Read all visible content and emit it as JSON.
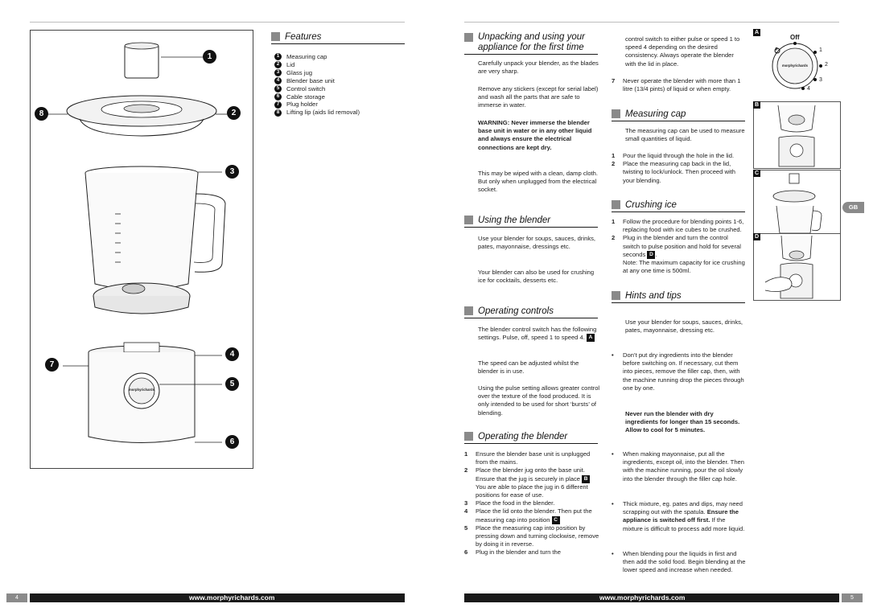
{
  "page_left": {
    "number": "4",
    "footer": "www.morphyrichards.com"
  },
  "page_right": {
    "number": "5",
    "footer": "www.morphyrichards.com",
    "lang_tab": "GB"
  },
  "callouts": [
    "1",
    "2",
    "3",
    "4",
    "5",
    "6",
    "7",
    "8"
  ],
  "brand_on_unit": "morphyrichards",
  "features": {
    "title": "Features",
    "items": [
      {
        "n": "1",
        "label": "Measuring cap"
      },
      {
        "n": "2",
        "label": "Lid"
      },
      {
        "n": "3",
        "label": "Glass jug"
      },
      {
        "n": "4",
        "label": "Blender base unit"
      },
      {
        "n": "5",
        "label": "Control switch"
      },
      {
        "n": "6",
        "label": "Cable storage"
      },
      {
        "n": "7",
        "label": "Plug holder"
      },
      {
        "n": "8",
        "label": "Lifting lip (aids lid removal)"
      }
    ]
  },
  "unpacking": {
    "title_line1": "Unpacking and using your",
    "title_line2": "appliance for the first time",
    "p1": "Carefully unpack your blender, as the blades are very sharp.",
    "p2": "Remove any stickers (except for serial label) and wash all the parts that are safe to immerse in water.",
    "warning": "WARNING: Never immerse the blender base unit in water or in any other liquid and always ensure the electrical connections are kept dry.",
    "p3": "This may be wiped with a clean, damp cloth. But only when unplugged from the electrical socket."
  },
  "using": {
    "title": "Using the blender",
    "p1": "Use your blender for soups, sauces, drinks, pates, mayonnaise, dressings etc.",
    "p2": "Your blender can also be used for crushing ice for cocktails, desserts etc."
  },
  "controls": {
    "title": "Operating controls",
    "p1": "The blender control switch has the following settings. Pulse, off, speed 1 to speed 4.",
    "p1_ref": "A",
    "p2": "The speed can be adjusted whilst the blender is in use.",
    "p3": "Using the pulse setting allows greater control over the texture of the food produced. It is only intended to be used for short ‘bursts’ of blending."
  },
  "operating": {
    "title": "Operating the blender",
    "steps": [
      {
        "n": "1",
        "text": "Ensure the blender base unit is unplugged from the mains."
      },
      {
        "n": "2",
        "text": "Place the blender jug onto the base unit. Ensure that the jug is securely in place",
        "ref": "B",
        "extra": "You are able to place the jug in 6 different positions for ease of use."
      },
      {
        "n": "3",
        "text": "Place the food in the blender."
      },
      {
        "n": "4",
        "text": "Place the lid onto the blender. Then put the measuring cap into position",
        "ref": "C"
      },
      {
        "n": "5",
        "text": "Place the measuring cap into position by pressing down and turning clockwise, remove by doing it in reverse."
      },
      {
        "n": "6",
        "text": "Plug in the blender and turn the"
      }
    ]
  },
  "col3_top": {
    "cont": "control switch to either pulse or speed 1 to speed 4 depending on the desired consistency. Always operate the blender with the lid in place.",
    "step7_n": "7",
    "step7": "Never operate the blender with more than 1 litre (13/4 pints) of liquid or when empty."
  },
  "measuring": {
    "title": "Measuring cap",
    "p1": "The measuring cap can be used to measure small quantities of liquid.",
    "steps": [
      {
        "n": "1",
        "text": "Pour the liquid through the hole in the lid."
      },
      {
        "n": "2",
        "text": "Place the measuring cap back in the lid, twisting to lock/unlock. Then proceed with your blending."
      }
    ]
  },
  "crushing": {
    "title": "Crushing ice",
    "steps": [
      {
        "n": "1",
        "text": "Follow the procedure for blending points 1-6, replacing food with ice cubes to be crushed."
      },
      {
        "n": "2",
        "text": "Plug in the blender and turn the control switch to pulse position and hold for several seconds",
        "ref": "D",
        "note": "Note: The maximum capacity for ice crushing at any one time is 500ml."
      }
    ]
  },
  "hints": {
    "title": "Hints and tips",
    "p1": "Use your blender for soups, sauces, drinks, pates, mayonnaise, dressing etc.",
    "b1": "Don’t put dry ingredients into the blender before switching on. If necessary, cut them into pieces, remove the filler cap, then, with the machine running drop the pieces through one by one.",
    "warn": "Never run the blender with dry ingredients for longer than 15 seconds. Allow to cool for 5 minutes.",
    "b2": "When making mayonnaise, put all the ingredients, except oil, into the blender. Then with the machine running, pour the oil slowly into the blender through the filler cap hole.",
    "b3a": "Thick mixture, eg. pates and dips, may need scrapping out with the spatula.",
    "b3b": "Ensure the appliance is switched off first.",
    "b3c": "If the mixture is difficult to process add more liquid.",
    "b4": "When blending pour the liquids in first and then add the solid food. Begin blending at the lower speed and increase when needed.",
    "bullet": "•"
  },
  "figs": {
    "a_tag": "A",
    "a_off": "Off",
    "a_p": "P",
    "a_speeds": [
      "1",
      "2",
      "3",
      "4"
    ],
    "b_tag": "B",
    "c_tag": "C",
    "d_tag": "D"
  }
}
